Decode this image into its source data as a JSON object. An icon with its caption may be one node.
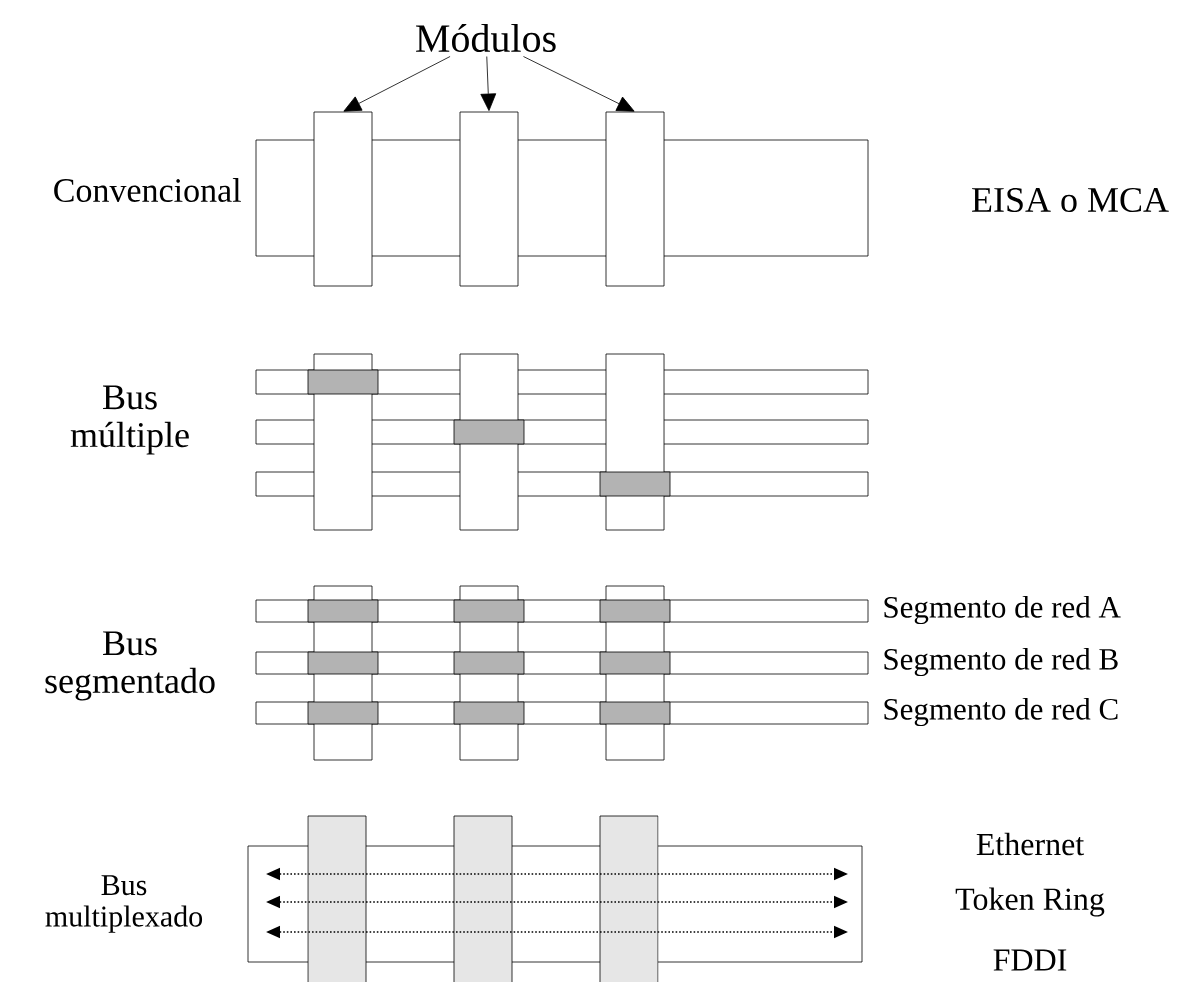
{
  "diagram": {
    "nodes": [
      {
        "text": [
          "Módulos"
        ]
      },
      {
        "text": [],
        "shape": "box"
      },
      {
        "text": [],
        "shape": "box"
      },
      {
        "text": [],
        "shape": "box"
      }
    ],
    "edges": [
      {
        "from": 0,
        "to": 1,
        "arrow": "to"
      },
      {
        "from": 0,
        "to": 2,
        "arrow": "to"
      },
      {
        "from": 0,
        "to": 3,
        "arrow": "to"
      }
    ],
    "labels": [
      "Convencional",
      "EISA o MCA",
      "Bus múltiple",
      "Bus segmentado",
      "Segmento de red A",
      "Segmento de red B",
      "Segmento de red C",
      "Bus multiplexado",
      "Ethernet",
      "Token Ring",
      "FDDI"
    ]
  }
}
